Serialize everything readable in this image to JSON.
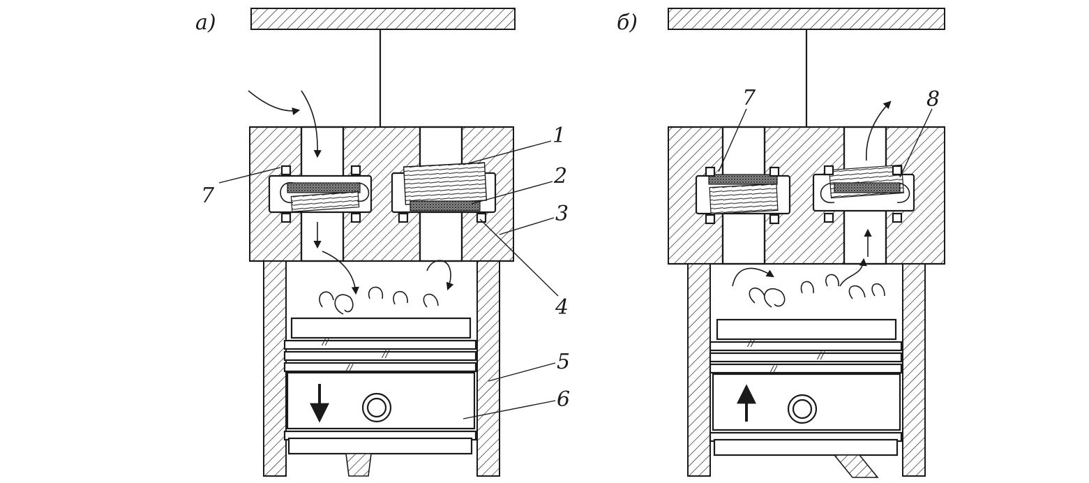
{
  "panels": [
    {
      "letter": "а)"
    },
    {
      "letter": "б)"
    }
  ],
  "callouts": {
    "one": "1",
    "two": "2",
    "three": "3",
    "four": "4",
    "five": "5",
    "six": "6",
    "seven_a": "7",
    "seven_b": "7",
    "eight": "8"
  },
  "ring_marks": [
    "//",
    "//",
    "//"
  ]
}
